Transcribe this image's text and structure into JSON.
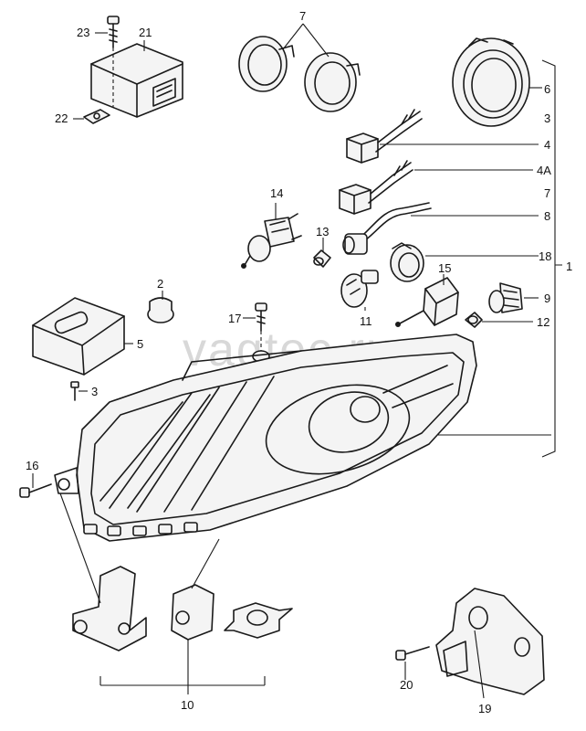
{
  "watermark": "vagtec.ru",
  "callouts": {
    "c1": "1",
    "c2": "2",
    "c3a": "3",
    "c3b": "3",
    "c4": "4",
    "c4a": "4A",
    "c5": "5",
    "c6": "6",
    "c7a": "7",
    "c7b": "7",
    "c8": "8",
    "c9": "9",
    "c10": "10",
    "c11": "11",
    "c12": "12",
    "c13": "13",
    "c14": "14",
    "c15": "15",
    "c16": "16",
    "c17": "17",
    "c18": "18",
    "c19": "19",
    "c20": "20",
    "c21": "21",
    "c22": "22",
    "c23": "23"
  }
}
